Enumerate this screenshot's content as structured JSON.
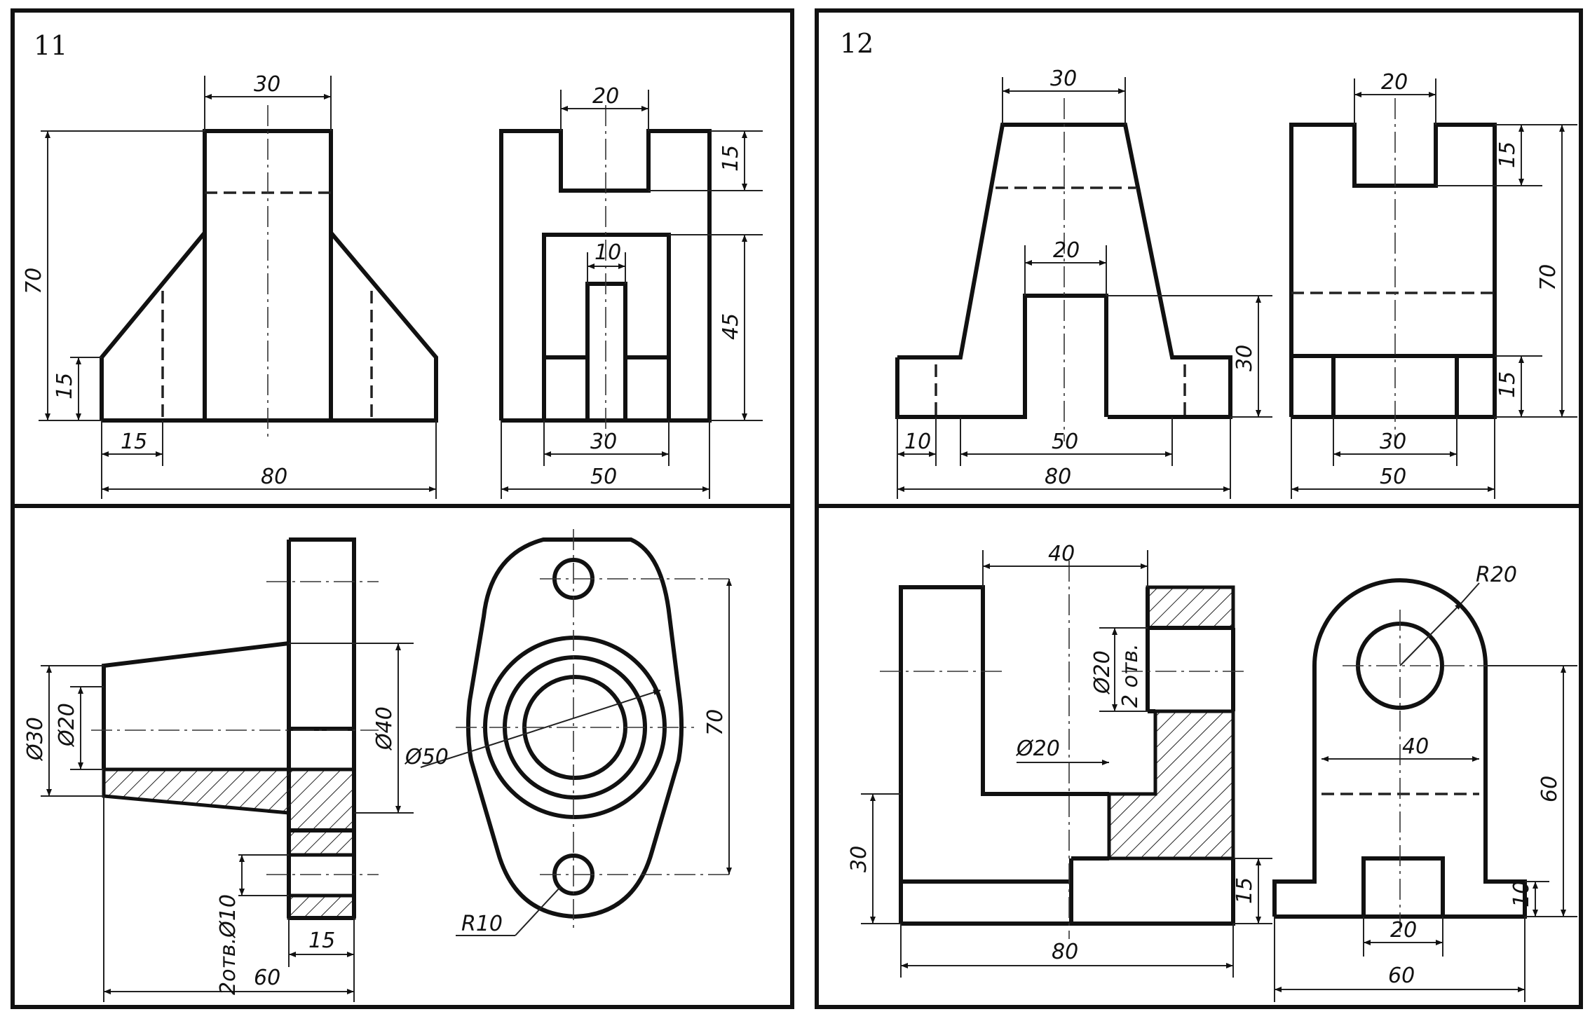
{
  "panels": [
    {
      "number": "11",
      "front_view": {
        "dims": [
          "30",
          "70",
          "15",
          "15",
          "80"
        ]
      },
      "side_view": {
        "dims": [
          "20",
          "15",
          "10",
          "45",
          "30",
          "50"
        ]
      },
      "section_view": {
        "dims": [
          "Ø30",
          "Ø20",
          "Ø40",
          "2отв.Ø10",
          "15",
          "60"
        ]
      },
      "top_view": {
        "dims": [
          "Ø50",
          "70",
          "R10"
        ]
      }
    },
    {
      "number": "12",
      "front_view": {
        "dims": [
          "30",
          "20",
          "30",
          "10",
          "50",
          "80"
        ]
      },
      "side_view": {
        "dims": [
          "20",
          "15",
          "70",
          "15",
          "30",
          "50"
        ]
      },
      "section_view": {
        "dims": [
          "40",
          "Ø20",
          "2 отв.",
          "Ø20",
          "30",
          "15",
          "80"
        ]
      },
      "top_view": {
        "dims": [
          "R20",
          "40",
          "60",
          "10",
          "20",
          "60"
        ]
      }
    }
  ]
}
